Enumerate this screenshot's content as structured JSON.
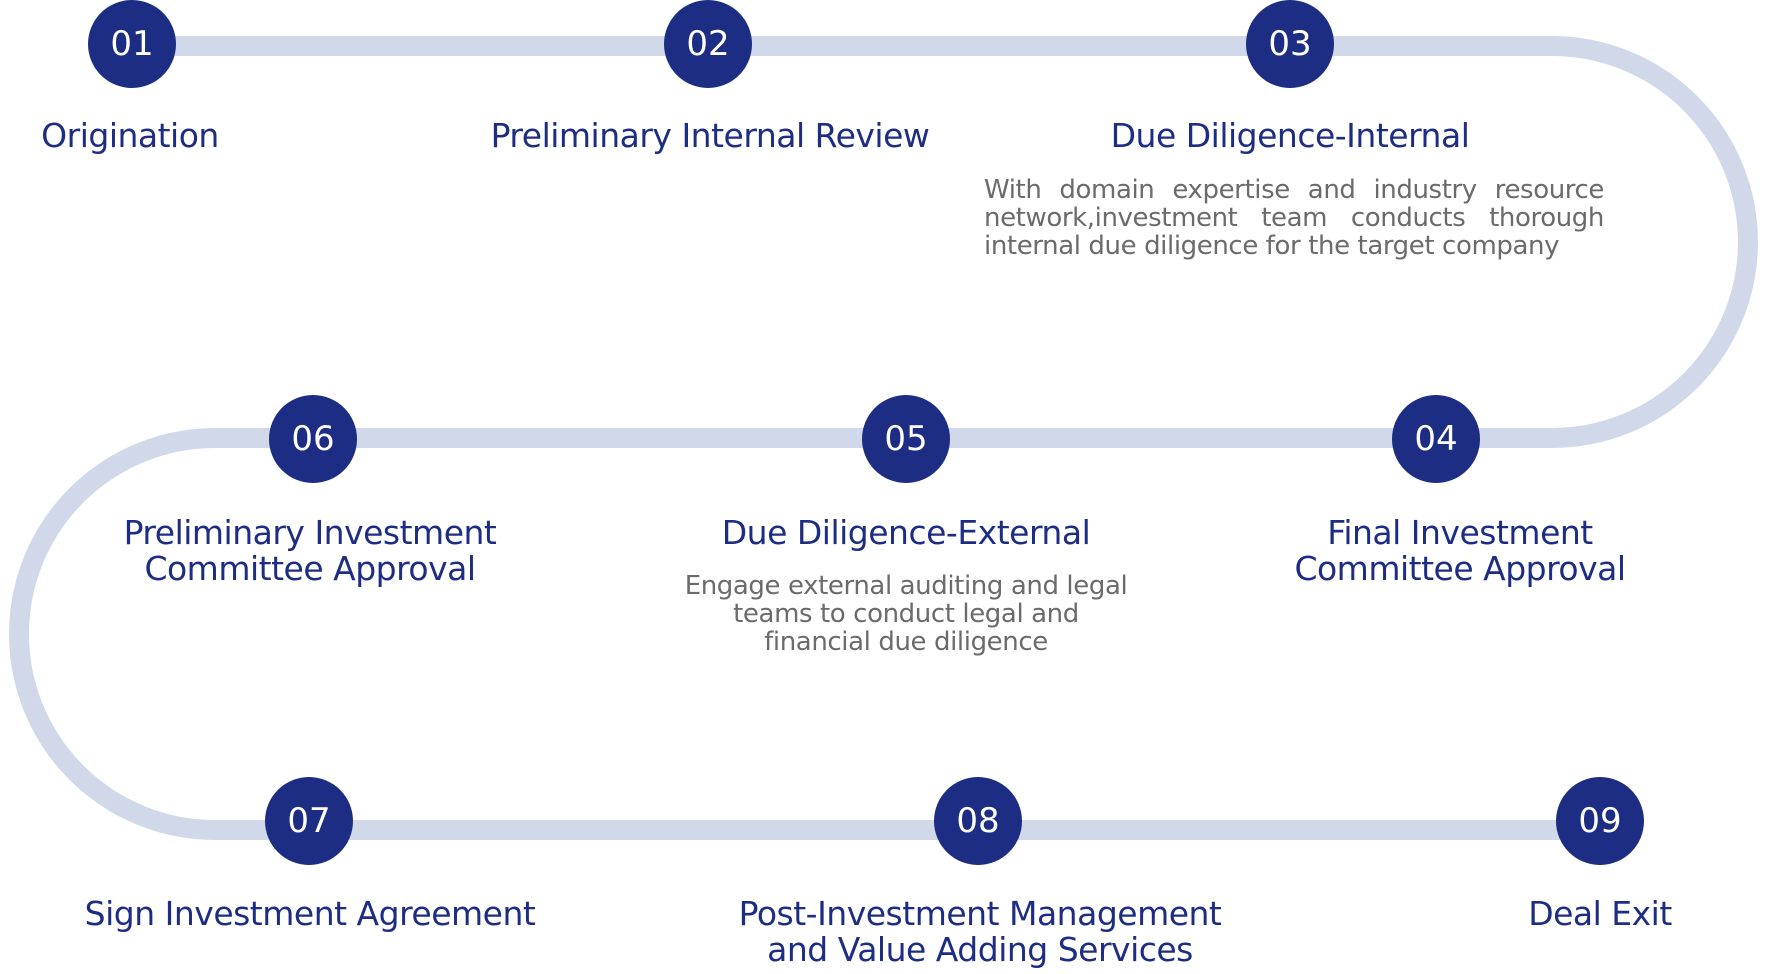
{
  "steps": [
    {
      "number": "01",
      "title": "Origination"
    },
    {
      "number": "02",
      "title": "Preliminary Internal Review"
    },
    {
      "number": "03",
      "title": "Due Diligence-Internal",
      "description": "With domain expertise and industry resource network,investment team conducts thorough internal due diligence for the target company"
    },
    {
      "number": "04",
      "title": "Final Investment\nCommittee Approval"
    },
    {
      "number": "05",
      "title": "Due Diligence-External",
      "description": "Engage external auditing and legal\nteams to conduct legal and\nfinancial due diligence"
    },
    {
      "number": "06",
      "title": "Preliminary Investment\nCommittee Approval"
    },
    {
      "number": "07",
      "title": "Sign Investment Agreement"
    },
    {
      "number": "08",
      "title": "Post-Investment Management\nand Value Adding Services"
    },
    {
      "number": "09",
      "title": "Deal Exit"
    }
  ],
  "colors": {
    "circle": "#1c2d83",
    "track": "#d0d8ea",
    "title": "#1e2d84",
    "description": "#6b6b6b"
  }
}
